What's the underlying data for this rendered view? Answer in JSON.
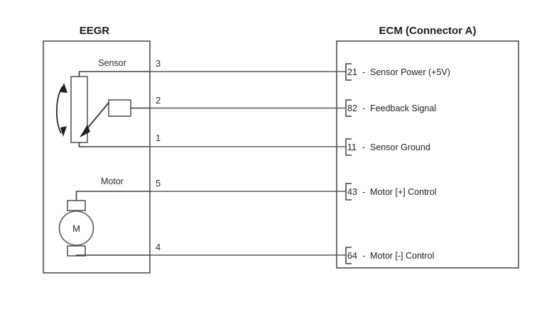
{
  "diagram": {
    "type": "wiring-diagram",
    "background_color": "#ffffff",
    "line_color": "#4d4d4d",
    "text_color": "#1f1f1f"
  },
  "left_module": {
    "title": "EEGR",
    "groups": [
      {
        "label": "Sensor",
        "component": "potentiometer"
      },
      {
        "label": "Motor",
        "component": "dc-motor",
        "symbol": "M"
      }
    ],
    "pins": [
      {
        "number": "3"
      },
      {
        "number": "2"
      },
      {
        "number": "1"
      },
      {
        "number": "5"
      },
      {
        "number": "4"
      }
    ]
  },
  "right_module": {
    "title": "ECM (Connector A)",
    "pins": [
      {
        "number": "21",
        "separator": "-",
        "description": "Sensor Power (+5V)"
      },
      {
        "number": "82",
        "separator": "-",
        "description": "Feedback Signal"
      },
      {
        "number": "11",
        "separator": "-",
        "description": "Sensor Ground"
      },
      {
        "number": "43",
        "separator": "-",
        "description": "Motor [+] Control"
      },
      {
        "number": "64",
        "separator": "-",
        "description": "Motor [-] Control"
      }
    ]
  },
  "connections": [
    {
      "from_pin": "3",
      "to_pin": "21"
    },
    {
      "from_pin": "2",
      "to_pin": "82"
    },
    {
      "from_pin": "1",
      "to_pin": "11"
    },
    {
      "from_pin": "5",
      "to_pin": "43"
    },
    {
      "from_pin": "4",
      "to_pin": "64"
    }
  ]
}
